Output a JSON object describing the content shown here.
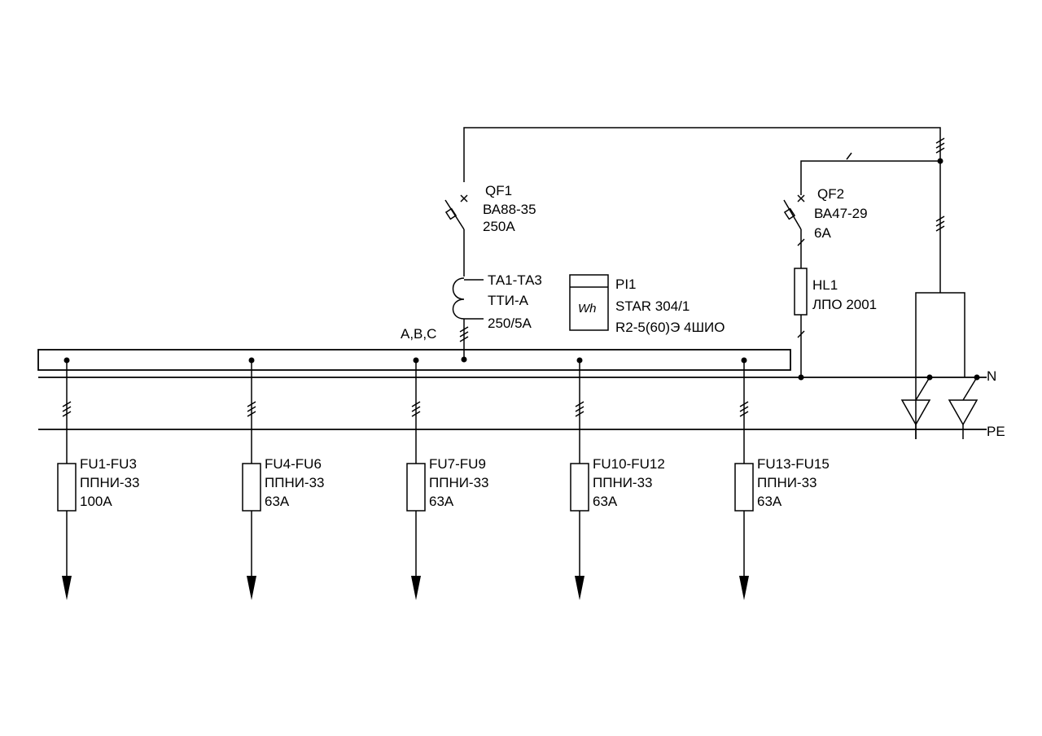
{
  "bus": {
    "phases_label": "A,B,C",
    "neutral_label": "N",
    "pe_label": "PE"
  },
  "main_breaker": {
    "designation": "QF1",
    "type": "ВА88-35",
    "rating": "250А"
  },
  "current_transformers": {
    "designation": "ТА1-ТА3",
    "type": "ТТИ-А",
    "ratio": "250/5А"
  },
  "meter": {
    "designation": "PI1",
    "type": "STAR 304/1",
    "spec": "R2-5(60)Э 4ШИО",
    "symbol": "Wh"
  },
  "aux_breaker": {
    "designation": "QF2",
    "type": "ВА47-29",
    "rating": "6А"
  },
  "lamp": {
    "designation": "HL1",
    "type": "ЛПО 2001"
  },
  "fuse_groups": [
    {
      "designation": "FU1-FU3",
      "type": "ППНИ-33",
      "rating": "100А"
    },
    {
      "designation": "FU4-FU6",
      "type": "ППНИ-33",
      "rating": "63А"
    },
    {
      "designation": "FU7-FU9",
      "type": "ППНИ-33",
      "rating": "63А"
    },
    {
      "designation": "FU10-FU12",
      "type": "ППНИ-33",
      "rating": "63А"
    },
    {
      "designation": "FU13-FU15",
      "type": "ППНИ-33",
      "rating": "63А"
    }
  ]
}
